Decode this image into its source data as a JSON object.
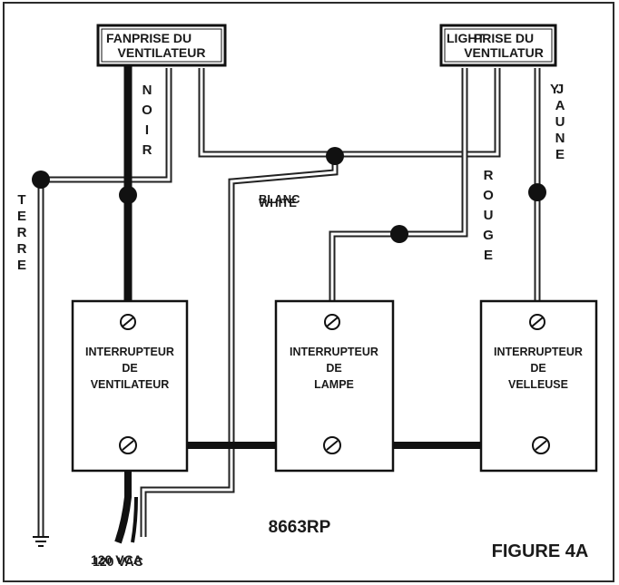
{
  "plugs": {
    "left": {
      "overlay": "FAN",
      "line1": "PRISE DU",
      "line2": "VENTILATEUR"
    },
    "right": {
      "overlay": "LIGHT",
      "line1": "PRISE DU",
      "line2": "VENTILATUR"
    }
  },
  "switches": {
    "fan": {
      "line1": "INTERRUPTEUR",
      "line2": "DE",
      "line3": "VENTILATEUR"
    },
    "lamp": {
      "line1": "INTERRUPTEUR",
      "line2": "DE",
      "line3": "LAMPE"
    },
    "night": {
      "line1": "INTERRUPTEUR",
      "line2": "DE",
      "line3": "VELLEUSE"
    }
  },
  "wire_labels": {
    "noir": [
      "N",
      "O",
      "I",
      "R"
    ],
    "terre": [
      "T",
      "E",
      "R",
      "R",
      "E"
    ],
    "rouge": [
      "R",
      "O",
      "U",
      "G",
      "E"
    ],
    "jaune": [
      "J",
      "A",
      "U",
      "N",
      "E"
    ],
    "yellow_overlay": "Y",
    "blanc": "BLANC",
    "white": "WHITE",
    "volts_fr": "120 VCA",
    "volts_en": "120 VAC"
  },
  "model": "8663RP",
  "figure": "FIGURE 4A",
  "colors": {
    "wire": "#111111",
    "line": "#2b2b2b",
    "background": "#ffffff"
  }
}
